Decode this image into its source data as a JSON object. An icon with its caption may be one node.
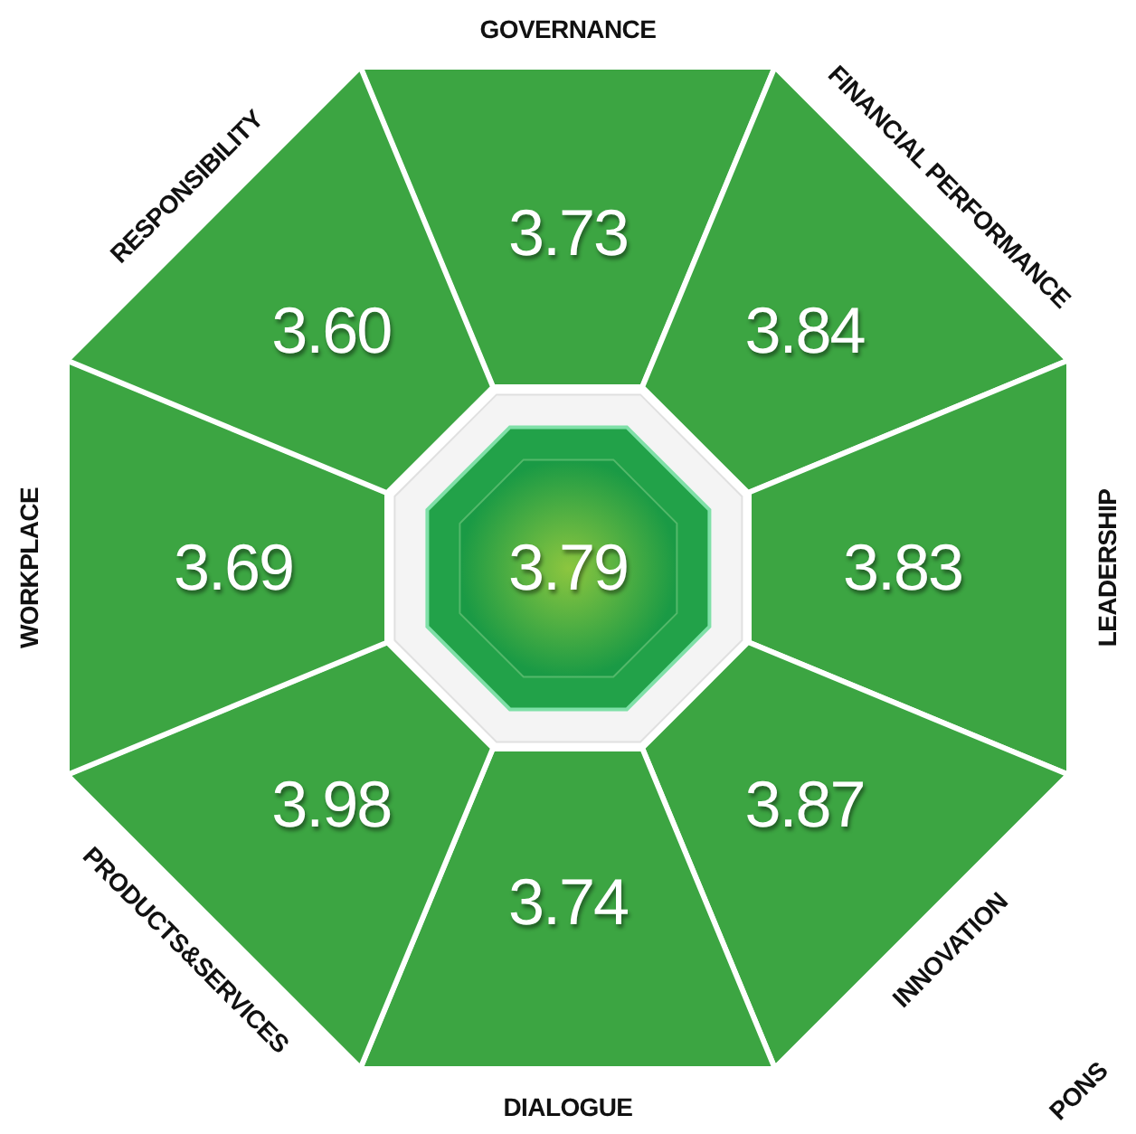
{
  "diagram": {
    "nodes": [
      {
        "text": [
          "3.73"
        ],
        "beside": [
          "GOVERNANCE"
        ]
      },
      {
        "text": [
          "3.84"
        ],
        "beside": [
          "FINANCIAL PERFORMANCE"
        ]
      },
      {
        "text": [
          "3.83"
        ],
        "beside": [
          "LEADERSHIP"
        ]
      },
      {
        "text": [
          "3.87"
        ],
        "beside": [
          "INNOVATION"
        ]
      },
      {
        "text": [
          "3.74"
        ],
        "beside": [
          "DIALOGUE"
        ]
      },
      {
        "text": [
          "3.98"
        ],
        "beside": [
          "PRODUCTS&SERVICES"
        ]
      },
      {
        "text": [
          "3.69"
        ],
        "beside": [
          "WORKPLACE"
        ]
      },
      {
        "text": [
          "3.60"
        ],
        "beside": [
          "RESPONSIBILITY"
        ]
      },
      {
        "text": [
          "3.79"
        ]
      }
    ],
    "edges": [],
    "labels": [
      "PONS"
    ]
  }
}
